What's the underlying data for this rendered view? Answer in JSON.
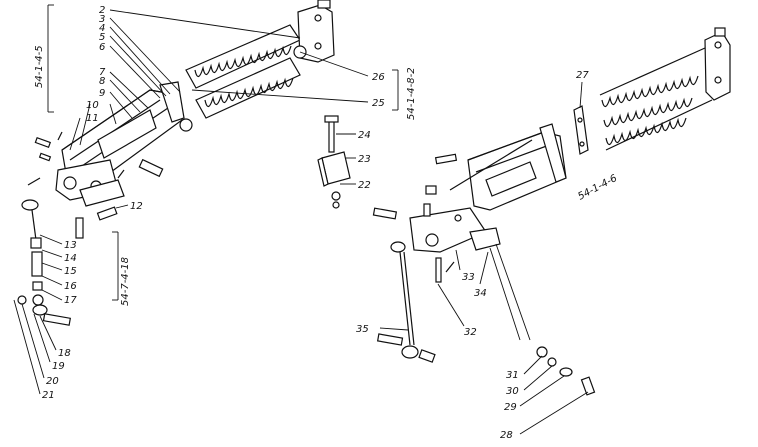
{
  "diagram": {
    "callouts": [
      "2",
      "3",
      "4",
      "5",
      "6",
      "7",
      "8",
      "9",
      "10",
      "11",
      "12",
      "13",
      "14",
      "15",
      "16",
      "17",
      "18",
      "19",
      "20",
      "21",
      "22",
      "23",
      "24",
      "25",
      "26",
      "27",
      "28",
      "29",
      "30",
      "31",
      "32",
      "33",
      "34",
      "35"
    ],
    "group_labels": {
      "left_top": "54-1-4-5",
      "left_bottom": "54-7-4-18",
      "spring": "54-1-4-8-2",
      "right": "54-1-4-6"
    }
  }
}
